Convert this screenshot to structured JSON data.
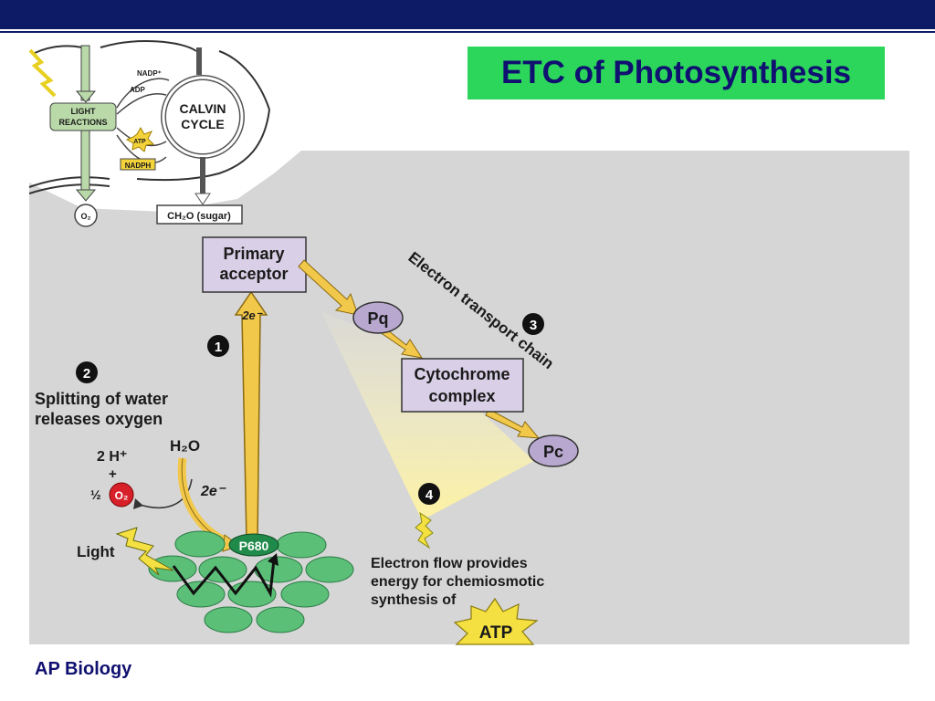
{
  "slide": {
    "title": "ETC of Photosynthesis",
    "footer": "AP Biology"
  },
  "inset": {
    "nadp": "NADP⁺",
    "adp": "ADP",
    "light_reactions_1": "LIGHT",
    "light_reactions_2": "REACTIONS",
    "atp": "ATP",
    "nadph": "NADPH",
    "calvin_1": "CALVIN",
    "calvin_2": "CYCLE",
    "o2": "O₂",
    "sugar": "CH₂O (sugar)"
  },
  "diagram": {
    "primary_acceptor_1": "Primary",
    "primary_acceptor_2": "acceptor",
    "two_e_vertical": "2e⁻",
    "pq": "Pq",
    "cytochrome_1": "Cytochrome",
    "cytochrome_2": "complex",
    "pc": "Pc",
    "etc_label": "Electron transport chain",
    "step1": "1",
    "step2": "2",
    "step3": "3",
    "step4": "4",
    "splitting_1": "Splitting of water",
    "splitting_2": "releases oxygen",
    "two_h": "2 H⁺",
    "plus": "+",
    "half": "½",
    "o2": "O₂",
    "h2o": "H₂O",
    "two_e": "2e⁻",
    "light": "Light",
    "p680": "P680",
    "flow_1": "Electron flow provides",
    "flow_2": "energy for chemiosmotic",
    "flow_3": "synthesis of",
    "atp": "ATP"
  },
  "colors": {
    "header_bar": "#0d1a66",
    "title_bg": "#2bd65a",
    "title_text": "#101070",
    "panel_bg": "#d6d6d6",
    "acceptor_box": "#d9cfe6",
    "carrier_oval": "#b8a8d0",
    "arrow_yellow": "#f2c84b",
    "chlorophyll_green": "#5bbf78",
    "p680_green": "#1f8a4a",
    "oxygen_red": "#d8202a"
  }
}
